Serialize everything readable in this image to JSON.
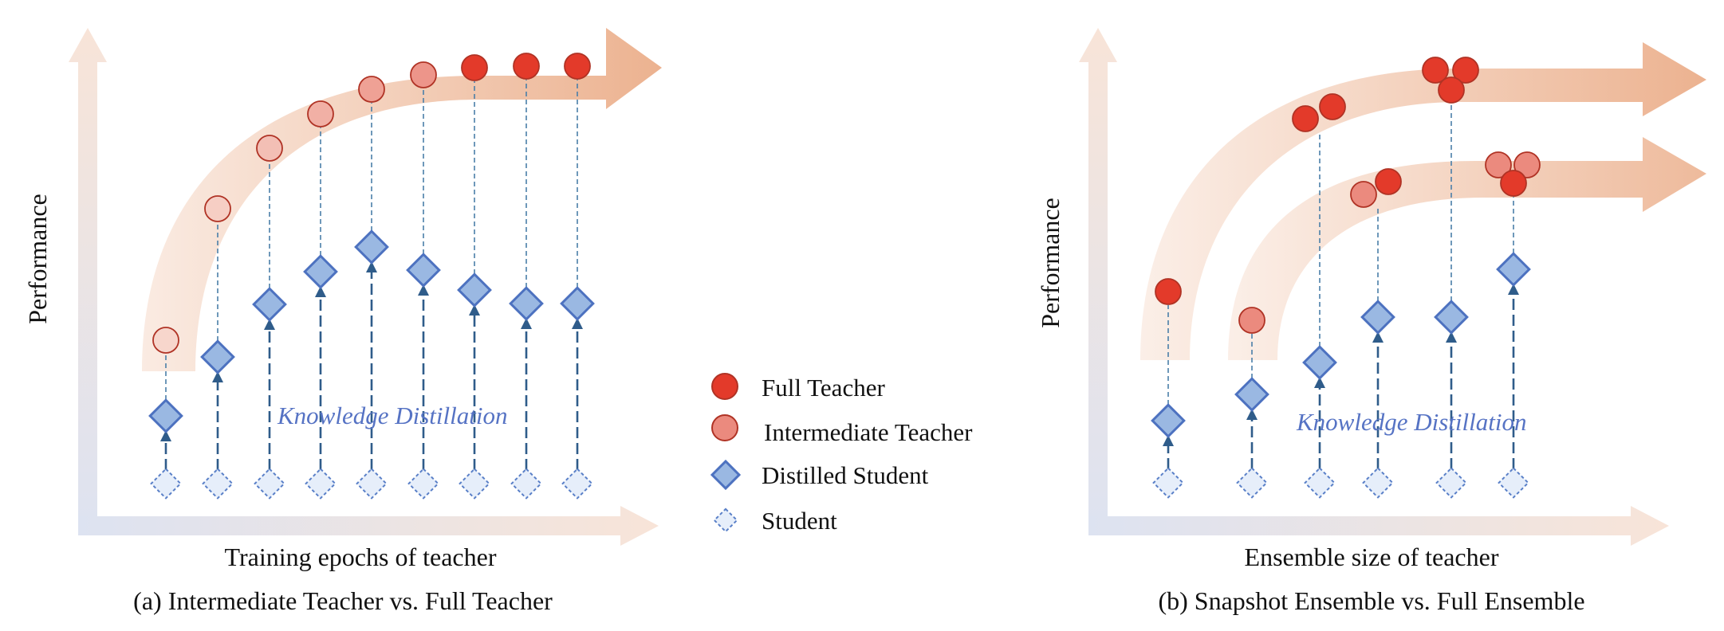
{
  "panel_a": {
    "ylabel": "Performance",
    "xlabel": "Training epochs of  teacher",
    "caption": "(a) Intermediate Teacher vs. Full Teacher",
    "kd_label": "Knowledge Distillation",
    "columns": [
      {
        "teachers": [
          "intermediate"
        ],
        "teacher_shade": 0.0,
        "student_level": 0.0,
        "teacher_level": 0.0
      },
      {
        "teachers": [
          "intermediate"
        ],
        "teacher_shade": 0.1,
        "student_level": 0.0,
        "teacher_level": 0.0
      },
      {
        "teachers": [
          "intermediate"
        ],
        "teacher_shade": 0.3,
        "student_level": 0.0,
        "teacher_level": 0.0
      },
      {
        "teachers": [
          "intermediate"
        ],
        "teacher_shade": 0.5,
        "student_level": 0.0,
        "teacher_level": 0.0
      },
      {
        "teachers": [
          "intermediate"
        ],
        "teacher_shade": 0.7,
        "student_level": 0.0,
        "teacher_level": 0.0
      },
      {
        "teachers": [
          "intermediate"
        ],
        "teacher_shade": 0.85,
        "student_level": 0.0,
        "teacher_level": 0.0
      },
      {
        "teachers": [
          "full"
        ],
        "teacher_shade": 1.0,
        "student_level": 0.0,
        "teacher_level": 0.0
      },
      {
        "teachers": [
          "full"
        ],
        "teacher_shade": 1.0,
        "student_level": 0.0,
        "teacher_level": 0.0
      },
      {
        "teachers": [
          "full"
        ],
        "teacher_shade": 1.0,
        "student_level": 0.0,
        "teacher_level": 0.0
      }
    ]
  },
  "panel_b": {
    "ylabel": "Performance",
    "xlabel": "Ensemble size of teacher",
    "caption": "(b) Snapshot Ensemble vs. Full Ensemble",
    "kd_label": "Knowledge Distillation",
    "columns": [
      {
        "teachers": [
          "full"
        ],
        "group": "full-ensemble"
      },
      {
        "teachers": [
          "intermediate"
        ],
        "group": "snapshot-ensemble"
      },
      {
        "teachers": [
          "full",
          "full"
        ],
        "group": "full-ensemble"
      },
      {
        "teachers": [
          "intermediate",
          "full"
        ],
        "group": "snapshot-ensemble"
      },
      {
        "teachers": [
          "full",
          "full",
          "full"
        ],
        "group": "full-ensemble"
      },
      {
        "teachers": [
          "intermediate",
          "intermediate",
          "full"
        ],
        "group": "snapshot-ensemble"
      }
    ]
  },
  "legend": {
    "full_teacher": "Full Teacher",
    "intermediate_teacher": "Intermediate Teacher",
    "distilled_student": "Distilled Student",
    "student": "Student"
  },
  "colors": {
    "full_teacher": "#e33a2a",
    "intermediate_teacher": "#eb8a7e",
    "early_teacher": "#f7d6cc",
    "circle_stroke": "#b03325",
    "distilled_fill": "#9ab8e2",
    "distilled_stroke": "#4d72c0",
    "student_fill": "#e6eefa",
    "student_stroke": "#5a80c8",
    "band": "#ebae8a",
    "arrow_dark": "#2f5c8a",
    "dashed_line": "#4a7fa8",
    "axis_blue": "#dde3f1",
    "axis_orange": "#f6e2d6",
    "kd_text": "#5673c4"
  }
}
